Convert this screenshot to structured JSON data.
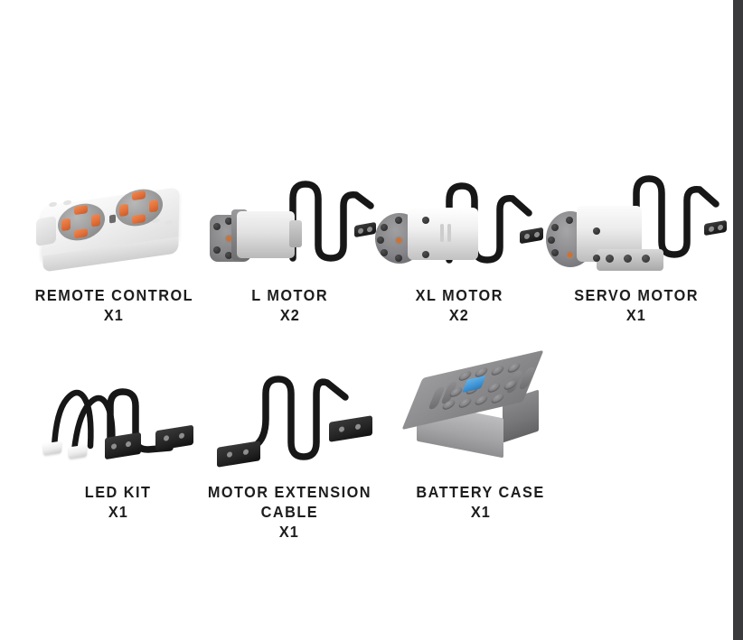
{
  "page": {
    "background_color": "#ffffff",
    "edge_strip_color": "#3a3a3c",
    "text_color": "#1d1d1d",
    "accent_orange": "#e2703a",
    "accent_blue": "#3f93d4"
  },
  "parts": [
    {
      "id": "remote-control",
      "image_name": "remote-control-image",
      "label": "REMOTE CONTROL",
      "quantity": "X1"
    },
    {
      "id": "l-motor",
      "image_name": "l-motor-image",
      "label": "L MOTOR",
      "quantity": "X2"
    },
    {
      "id": "xl-motor",
      "image_name": "xl-motor-image",
      "label": "XL MOTOR",
      "quantity": "X2"
    },
    {
      "id": "servo-motor",
      "image_name": "servo-motor-image",
      "label": "SERVO MOTOR",
      "quantity": "X1"
    },
    {
      "id": "led-kit",
      "image_name": "led-kit-image",
      "label": "LED KIT",
      "quantity": "X1"
    },
    {
      "id": "motor-extension-cable",
      "image_name": "motor-extension-cable-image",
      "label": "MOTOR EXTENSION\nCABLE",
      "quantity": "X1"
    },
    {
      "id": "battery-case",
      "image_name": "battery-case-image",
      "label": "BATTERY CASE",
      "quantity": "X1"
    }
  ]
}
